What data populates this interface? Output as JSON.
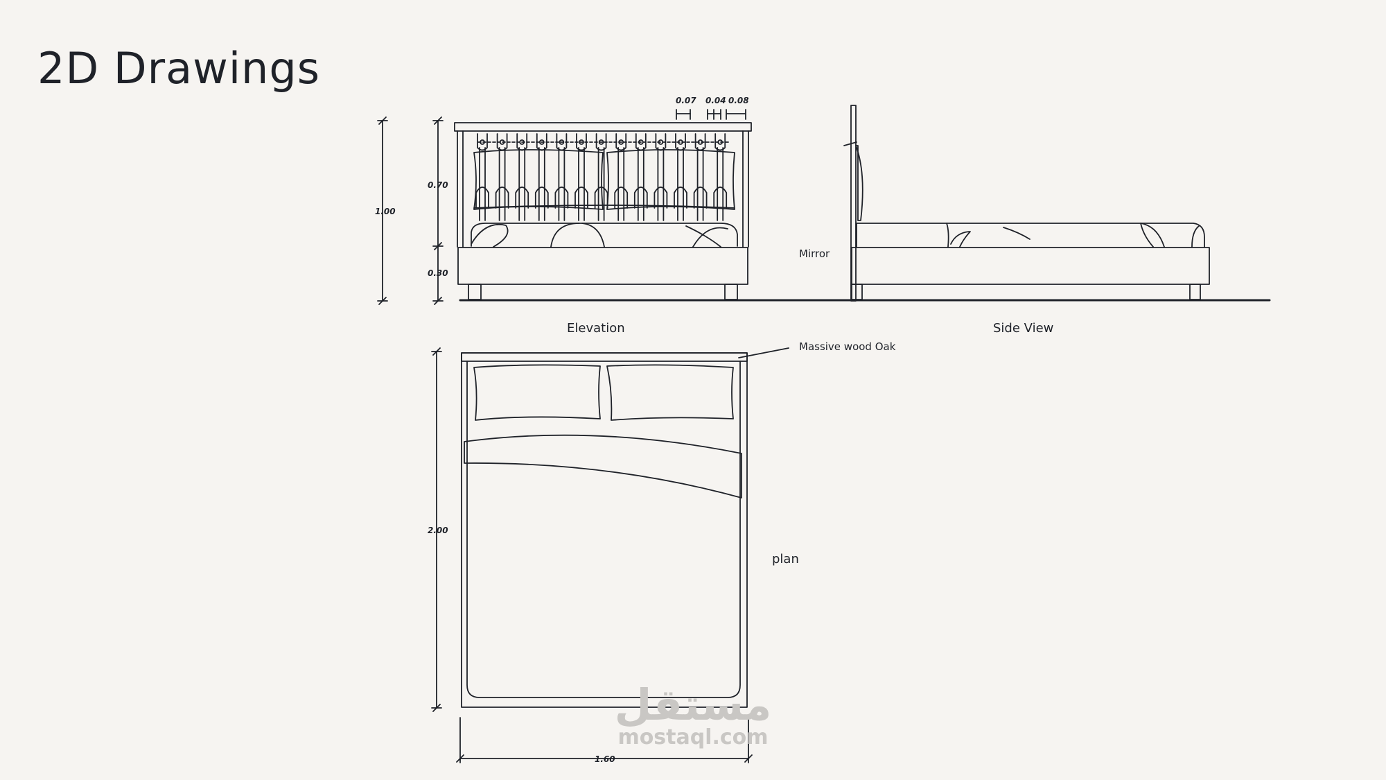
{
  "page": {
    "title": "2D Drawings"
  },
  "views": {
    "elevation_label": "Elevation",
    "side_view_label": "Side View",
    "plan_label": "plan",
    "mirror_label": "Mirror",
    "material_label": "Massive wood Oak"
  },
  "dimensions": {
    "total_height": "1.00",
    "headboard_height": "0.70",
    "base_height": "0.30",
    "slat_spacing_a": "0.07",
    "slat_spacing_b": "0.04",
    "slat_spacing_c": "0.08",
    "plan_length": "2.00",
    "plan_width": "1.60"
  },
  "watermark": {
    "arabic": "مستقل",
    "latin": "mostaql.com"
  },
  "colors": {
    "background": "#f6f4f1",
    "ink": "#1f2229",
    "watermark": "#c9c7c4"
  }
}
